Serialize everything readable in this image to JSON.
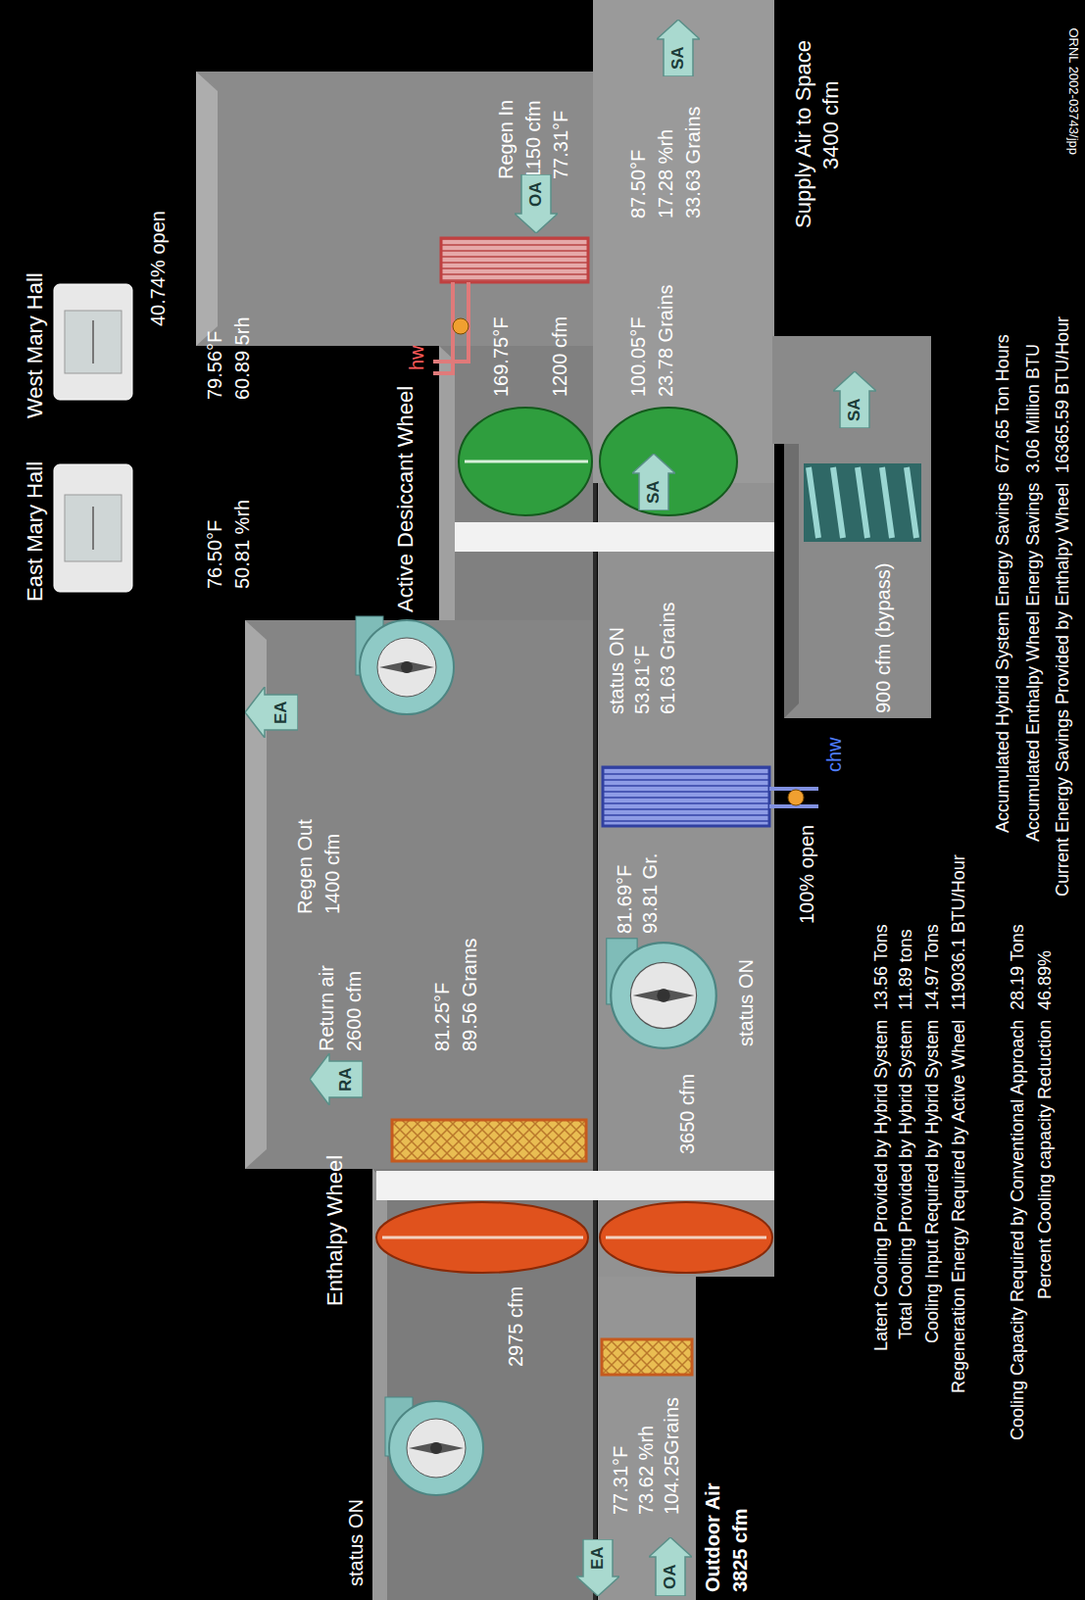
{
  "diagram": {
    "nodes": [
      {
        "text": [
          "EA"
        ]
      },
      {
        "text": [
          "OA"
        ]
      },
      {
        "text": [
          "RA"
        ]
      },
      {
        "text": [
          "EA"
        ]
      },
      {
        "text": [
          "SA"
        ]
      },
      {
        "text": [
          "OA"
        ]
      },
      {
        "text": [
          "SA"
        ]
      },
      {
        "text": [
          "SA"
        ]
      }
    ],
    "labels": [
      "East Mary Hall",
      "West Mary Hall",
      "76.50°F",
      "50.81 %rh",
      "79.56°F",
      "60.89 5rh",
      "Active Desiccant Wheel",
      "40.74% open",
      "hw",
      "Regen In",
      "1150 cfm",
      "77.31°F",
      "169.75°F",
      "1200 cfm",
      "87.50°F",
      "17.28 %rh",
      "33.63 Grains",
      "Supply Air to Space",
      "3400 cfm",
      "100.05°F",
      "23.78 Grains",
      "status ON",
      "53.81°F",
      "61.63 Grains",
      "900 cfm (bypass)",
      "Regen Out",
      "1400 cfm",
      "Return air",
      "2600 cfm",
      "81.25°F",
      "89.56 Grams",
      "81.69°F",
      "93.81 Gr.",
      "chw",
      "100% open",
      "status ON",
      "3650 cfm",
      "Enthalpy Wheel",
      "status ON",
      "2975 cfm",
      "77.31°F",
      "73.62 %rh",
      "104.25Grains",
      "Outdoor Air",
      "3825 cfm",
      "Latent Cooling Provided by Hybrid System",
      "13.56 Tons",
      "Total Cooling Provided by Hybrid System",
      "11.89 tons",
      "Cooling Input Required by Hybrid System",
      "14.97 Tons",
      "Regeneration Energy Required by Active Wheel",
      "119036.1 BTU/Hour",
      "Cooling Capacity Required by Conventional Approach",
      "28.19 Tons",
      "Percent Cooling capacity Reduction",
      "46.89%",
      "Accumulated Hybrid System Energy Savings",
      "677.65 Ton Hours",
      "Accumulated Enthalpy Wheel Energy Savings",
      "3.06 Million BTU",
      "Current Energy Savings Provided by Enthalpy Wheel",
      "16365.59 BTU/Hour",
      "ORNL 2002-03743/jpp"
    ]
  }
}
